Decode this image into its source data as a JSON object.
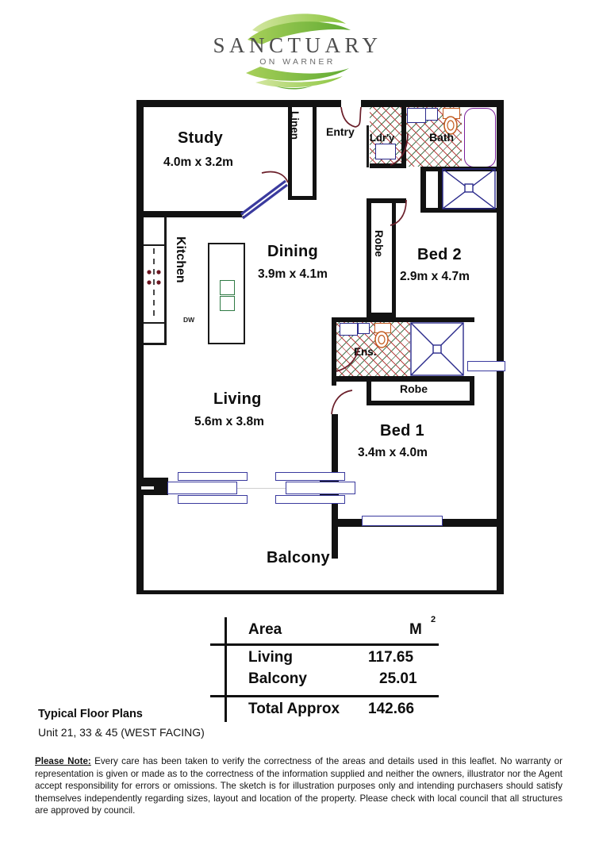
{
  "logo": {
    "title": "SANCTUARY",
    "subtitle": "ON WARNER",
    "leaf_color": "#8cc63f",
    "text_color": "#4d4d4d"
  },
  "plan": {
    "rooms": [
      {
        "name": "Study",
        "dimensions": "4.0m x 3.2m"
      },
      {
        "name": "Dining",
        "dimensions": "3.9m x 4.1m"
      },
      {
        "name": "Living",
        "dimensions": "5.6m x 3.8m"
      },
      {
        "name": "Bed 2",
        "dimensions": "2.9m x 4.7m"
      },
      {
        "name": "Bed 1",
        "dimensions": "3.4m x 4.0m"
      },
      {
        "name": "Balcony",
        "dimensions": ""
      }
    ],
    "labels": {
      "study": "Study",
      "study_dim": "4.0m x 3.2m",
      "dining": "Dining",
      "dining_dim": "3.9m x 4.1m",
      "living": "Living",
      "living_dim": "5.6m x 3.8m",
      "bed2": "Bed 2",
      "bed2_dim": "2.9m x 4.7m",
      "bed1": "Bed 1",
      "bed1_dim": "3.4m x 4.0m",
      "balcony": "Balcony",
      "kitchen": "Kitchen",
      "dishwasher": "DW",
      "linen": "Linen",
      "entry": "Entry",
      "laundry": "Ldr'y",
      "bath": "Bath",
      "ensuite": "Ens.",
      "robe_bed2": "Robe",
      "robe_bed1": "Robe"
    },
    "colors": {
      "wall": "#121212",
      "door_swing": "#6b1f2a",
      "glazing": "#3a3a9e",
      "tile_red": "#bb4444",
      "tile_green": "#4a7a55",
      "bath_tub": "#7a1f9c",
      "toilet": "#c25a1e",
      "cooktop": "#6b1520"
    }
  },
  "area_table": {
    "header": {
      "label": "Area",
      "unit": "M",
      "unit_sup": "2"
    },
    "rows": [
      {
        "label": "Living",
        "value": "117.65"
      },
      {
        "label": "Balcony",
        "value": "25.01"
      }
    ],
    "total": {
      "label": "Total Approx",
      "value": "142.66"
    }
  },
  "footer": {
    "title": "Typical Floor Plans",
    "subtitle": "Unit 21, 33 & 45  (WEST FACING)",
    "note_lead": "Please Note:",
    "note_body": " Every care has  been  taken to verify  the correctness of the areas and   details used in  this leaflet. No warranty  or representation  is given or made as to the correctness of the information supplied  and neither the  owners,  illustrator  nor  the  Agent   accept   responsibility  for  errors  or  omissions.  The  sketch  is   for illustration purposes only and intending purchasers should satisfy themselves independently  regarding sizes, layout and location of the property.  Please check with local council that all structures are approved by council."
  }
}
